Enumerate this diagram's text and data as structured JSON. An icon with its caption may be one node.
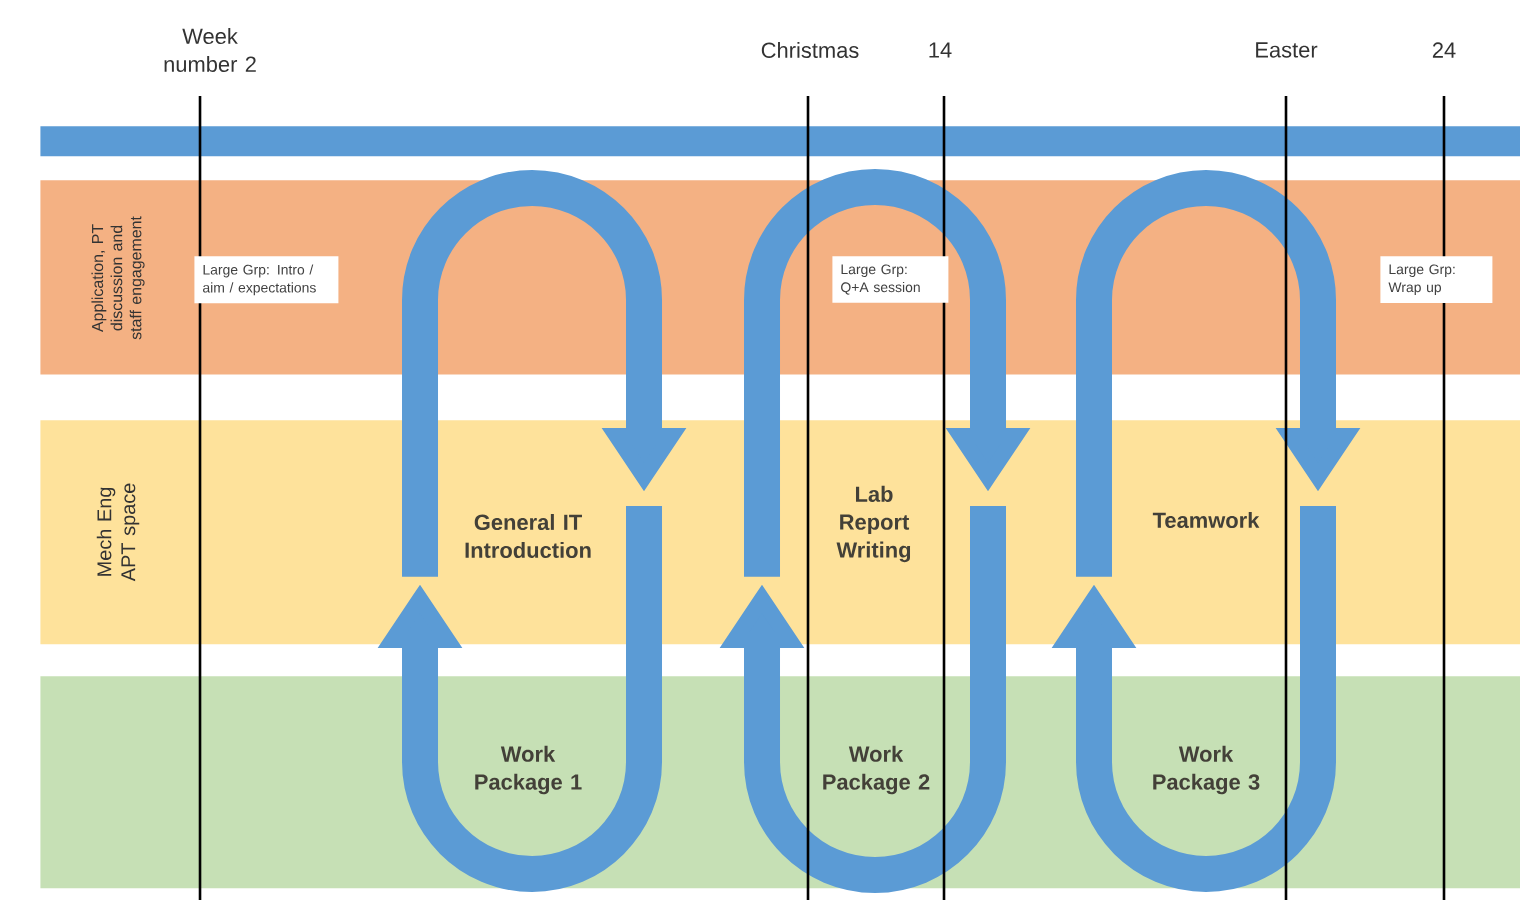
{
  "diagram": {
    "nodes": [
      {
        "text": [],
        "shape": "bar"
      },
      {
        "text": [
          "Application, PT discussion and staff engagement"
        ]
      },
      {
        "text": [
          "Mech Eng APT space"
        ]
      },
      {
        "text": [],
        "shape": "bar"
      },
      {
        "text": [
          "Large Grp: Intro / aim / expectations"
        ],
        "in": 1
      },
      {
        "text": [
          "Large Grp: Q+A session"
        ],
        "in": 1
      },
      {
        "text": [
          "Large Grp: Wrap up"
        ],
        "in": 1
      }
    ],
    "edges": [
      {
        "from": 2,
        "to": null,
        "arrow": "to"
      },
      {
        "from": 2,
        "to": null,
        "arrow": "to"
      },
      {
        "from": 2,
        "to": null,
        "arrow": "to"
      },
      {
        "from": 2,
        "to": null,
        "arrow": "to"
      },
      {
        "from": 2,
        "to": null,
        "arrow": "to"
      },
      {
        "from": 2,
        "to": null,
        "arrow": "to"
      }
    ],
    "labels": [
      "Week number 2",
      "Christmas",
      "14",
      "Easter",
      "24",
      "General IT Introduction",
      "Lab Report Writing",
      "Teamwork",
      "Work Package 1",
      "Work Package 2",
      "Work Package 3"
    ]
  }
}
